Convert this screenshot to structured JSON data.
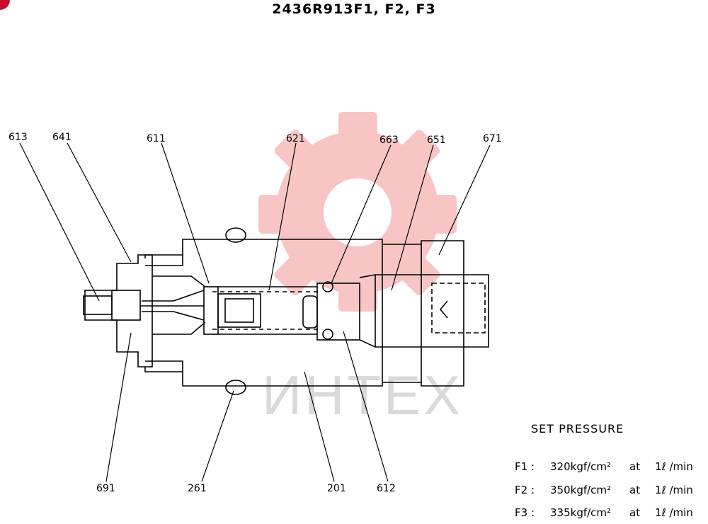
{
  "title": "2436R913F1, F2, F3",
  "watermark": {
    "text": "ИНТЕХ",
    "color": "#f4a3a3"
  },
  "callouts": {
    "c613": "613",
    "c641": "641",
    "c611": "611",
    "c621": "621",
    "c663": "663",
    "c651": "651",
    "c671": "671",
    "c691": "691",
    "c261": "261",
    "c201": "201",
    "c612": "612"
  },
  "set_pressure": {
    "heading": "SET PRESSURE",
    "rows": [
      {
        "key": "F1 :",
        "value": "320kgf/cm²",
        "at": "at",
        "flow": "1ℓ /min"
      },
      {
        "key": "F2 :",
        "value": "350kgf/cm²",
        "at": "at",
        "flow": "1ℓ /min"
      },
      {
        "key": "F3 :",
        "value": "335kgf/cm²",
        "at": "at",
        "flow": "1ℓ /min"
      }
    ]
  },
  "colors": {
    "line": "#000000",
    "watermark": "#f4a3a3",
    "brand": "#c8102e"
  }
}
